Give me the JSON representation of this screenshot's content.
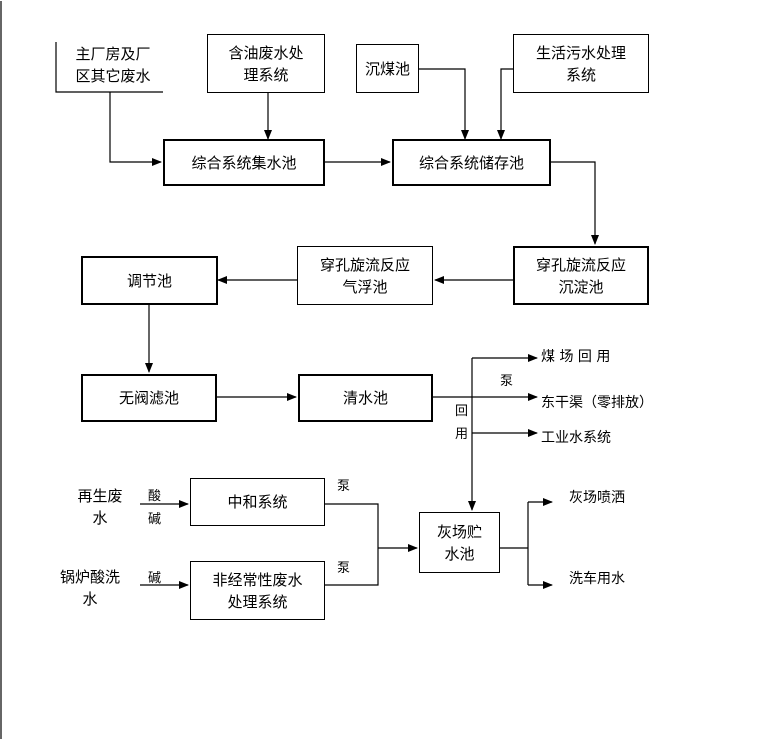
{
  "nodes": {
    "main_plant": "主厂房及厂\n区其它废水",
    "oily_water": "含油废水处\n理系统",
    "coal_settling": "沉煤池",
    "domestic_sewage": "生活污水处理\n系统",
    "collection_pool": "综合系统集水池",
    "storage_pool": "综合系统储存池",
    "sedimentation": "穿孔旋流反应\n沉淀池",
    "flotation": "穿孔旋流反应\n气浮池",
    "regulating_pool": "调节池",
    "valveless_filter": "无阀滤池",
    "clear_water_pool": "清水池",
    "regen_wastewater": "再生废\n水",
    "boiler_acid_wash": "锅炉酸洗\n水",
    "neutralization": "中和系统",
    "irregular_wastewater": "非经常性废水\n处理系统",
    "ash_storage_pool": "灰场贮\n水池"
  },
  "labels": {
    "coal_yard_reuse": "煤 场 回 用",
    "dongganqu": "东干渠（零排放）",
    "industrial_water": "工业水系统",
    "ash_spray": "灰场喷洒",
    "car_wash": "洗车用水",
    "pump_1": "泵",
    "pump_2": "泵",
    "pump_3": "泵",
    "reuse_1": "回",
    "reuse_2": "用",
    "acid": "酸",
    "alkali_1": "碱",
    "alkali_2": "碱"
  }
}
